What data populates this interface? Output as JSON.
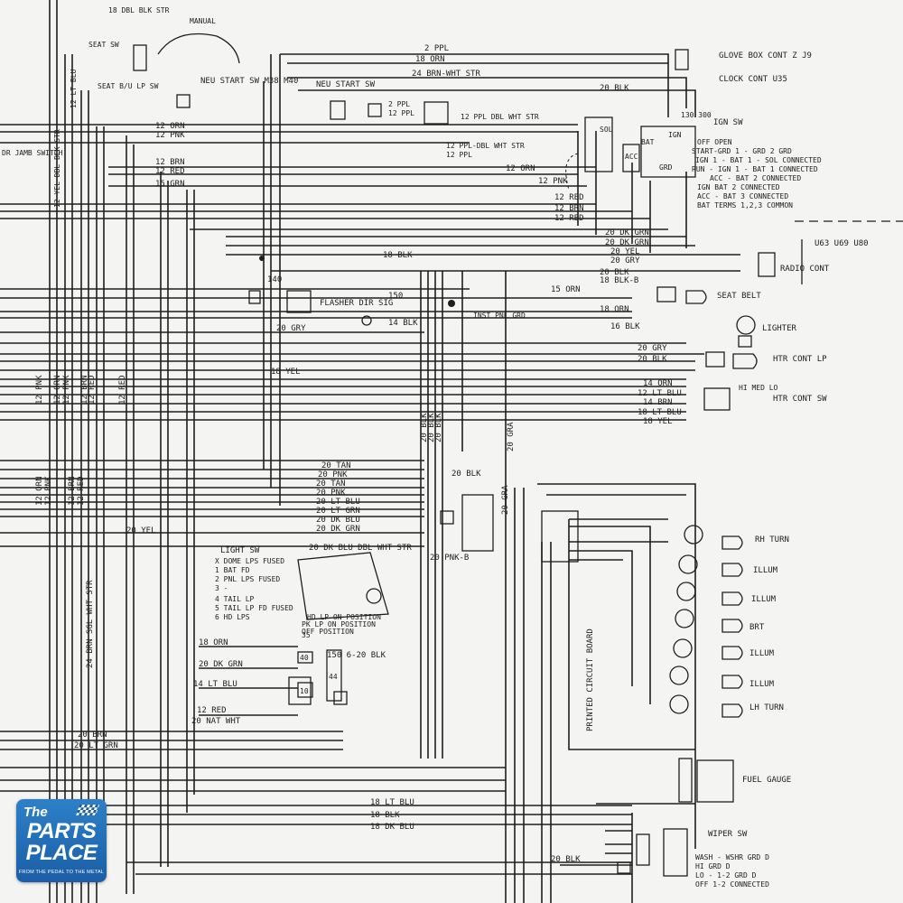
{
  "brand": {
    "line1": "The",
    "line2": "PARTS",
    "line3": "PLACE",
    "tagline": "FROM THE PEDAL TO THE METAL"
  },
  "labels": {
    "l01": "18 DBL BLK STR",
    "l02": "MANUAL",
    "l03": "SEAT SW",
    "l04": "SEAT B/U LP SW",
    "l05": "NEU START SW M38 M40",
    "l06": "12 YEL DBL BLK STR",
    "l07": "12 LT BLU",
    "l08": "DR JAMB SWITCH",
    "l09": "12 ORN",
    "l10": "12 PNK",
    "l11": "12 BRN",
    "l12": "12 RED",
    "l13": "15 GRN",
    "l14": "2 PPL",
    "l15": "18 ORN",
    "l16": "24 BRN-WHT STR",
    "l17": "20 BLK",
    "l18": "NEU START SW",
    "l19": "2 PPL",
    "l20": "12 PPL",
    "l21": "12 PPL DBL WHT STR",
    "l22": "12 PPL-DBL WHT STR",
    "l23": "12 PPL",
    "l24": "12 ORN",
    "l25": "12 PNK",
    "l26": "12 RED",
    "l27": "12 BRN",
    "l28": "12 RED",
    "l29": "GLOVE BOX CONT Z J9",
    "l30": "CLOCK CONT U35",
    "l31": "IGN SW",
    "l32": "OFF OPEN",
    "l33": "START-GRD 1 - GRD 2 GRD",
    "l34": "IGN 1 - BAT 1 - SOL CONNECTED",
    "l35": "RUN - IGN 1 - BAT 1 CONNECTED",
    "l36": "ACC - BAT 2 CONNECTED",
    "l37": "IGN BAT 2 CONNECTED",
    "l38": "ACC - BAT 3 CONNECTED",
    "l39": "BAT TERMS 1,2,3 COMMON",
    "l40": "20 DK GRN",
    "l41": "20 DK GRN",
    "l42": "20 YEL",
    "l43": "20 GRY",
    "l44": "20 BLK",
    "l45": "18 BLK-B",
    "l46": "U63 U69 U80",
    "l47": "RADIO CONT",
    "l48": "18 BLK",
    "l49": "140",
    "l50": "FLASHER DIR SIG",
    "l51": "20 GRY",
    "l52": "14 BLK",
    "l53": "150",
    "l54": "INST PNL GRD",
    "l55": "15 ORN",
    "l56": "18 ORN",
    "l57": "16 BLK",
    "l58": "SEAT BELT",
    "l59": "LIGHTER",
    "l60": "20 GRY",
    "l61": "20 BLK",
    "l62": "HTR CONT LP",
    "l63": "18 YEL",
    "l64": "14 ORN",
    "l65": "12 LT BLU",
    "l66": "14 BRN",
    "l67": "18 LT BLU",
    "l68": "18 YEL",
    "l69": "HI MED LO",
    "l70": "HTR CONT SW",
    "l71": "12 PNK",
    "l72": "12 ORN",
    "l73": "12 PNK",
    "l74": "12 BRN",
    "l75": "12 RED",
    "l76": "12 RED",
    "l77": "20 BLK",
    "l78": "20 BLK",
    "l79": "20 BLK",
    "l80": "20 GRA",
    "l81": "12 ORN",
    "l82": "12 PNK",
    "l83": "12 BRN",
    "l84": "12 RED",
    "l85": "20 BLK",
    "l86": "20 GRA",
    "l87": "20 TAN",
    "l88": "20 PNK",
    "l89": "20 TAN",
    "l90": "20 PNK",
    "l91": "20 LT BLU",
    "l92": "20 LT GRN",
    "l93": "20 DK BLU",
    "l94": "20 DK GRN",
    "l95": "20 YEL",
    "l96": "20 DK BLU DBL WHT STR",
    "l97": "20 PNK-B",
    "l98": "LIGHT SW",
    "l99": "X DOME LPS FUSED",
    "l100": "1 BAT FD",
    "l101": "2 PNL LPS FUSED",
    "l102": "3 -",
    "l103": "4 TAIL LP",
    "l104": "5 TAIL LP FD FUSED",
    "l105": "6 HD LPS",
    "l106": "HD LP ON POSITION",
    "l107": "PK LP ON POSITION",
    "l108": "OFF POSITION",
    "l109": "24 BRN SGL WHT STR",
    "l110": "18 ORN",
    "l111": "20 DK GRN",
    "l112": "14 LT BLU",
    "l113": "12 RED",
    "l114": "20 NAT WHT",
    "l115": "20 BRN",
    "l116": "20 LT GRN",
    "l117": "150 6-20 BLK",
    "l118": "PRINTED CIRCUIT BOARD",
    "l119": "RH TURN",
    "l120": "ILLUM",
    "l121": "ILLUM",
    "l122": "BRT",
    "l123": "ILLUM",
    "l124": "ILLUM",
    "l125": "LH TURN",
    "l126": "FUEL GAUGE",
    "l127": "18 LT BLU",
    "l128": "18 BLK",
    "l129": "18 DK BLU",
    "l130": "20 BLK",
    "l131": "WIPER SW",
    "l132": "WASH - WSHR GRD D",
    "l133": "HI GRD D",
    "l134": "LO - 1-2 GRD D",
    "l135": "OFF 1-2 CONNECTED",
    "l136": "130 300",
    "l137": "SOL",
    "l138": "BAT",
    "l139": "IGN",
    "l140": "ACC",
    "l141": "GRD",
    "l142": "35",
    "l143": "40",
    "l144": "10",
    "l145": "44"
  }
}
